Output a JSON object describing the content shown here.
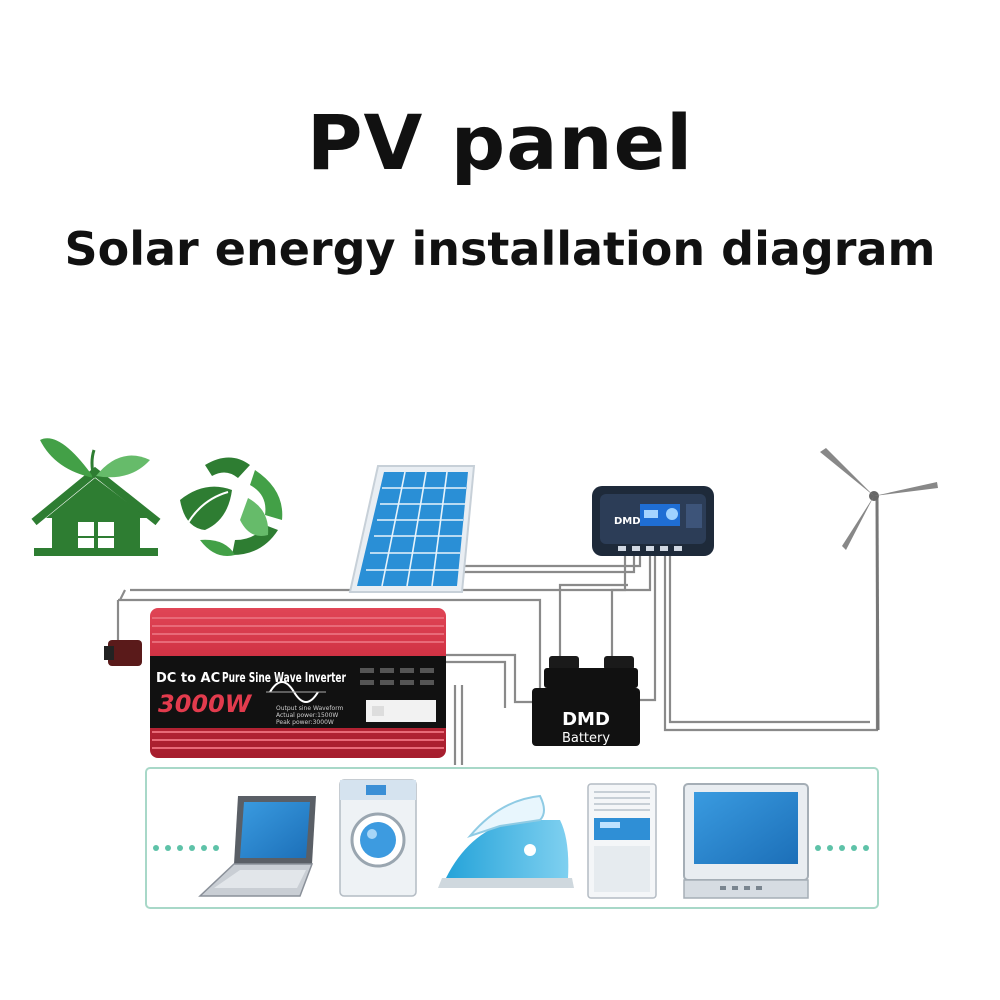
{
  "header": {
    "title": "PV panel",
    "subtitle": "Solar energy installation diagram"
  },
  "inverter": {
    "type_label": "DC to AC",
    "wave_label": "Pure Sine Wave Inverter",
    "power_label": "3000W",
    "spec_lines": [
      "Output sine Waveform",
      "Actual power:1500W",
      "Peak power:3000W"
    ]
  },
  "controller": {
    "brand": "DMD"
  },
  "battery": {
    "brand": "DMD",
    "label": "Battery"
  },
  "colors": {
    "inverter_red": "#c8283a",
    "panel_blue": "#2a8fd6",
    "eco_green": "#2e7d32",
    "appliance_frame": "#a8d8c8"
  },
  "icons": [
    "house-leaf-icon",
    "recycle-leaves-icon",
    "solar-panel-icon",
    "charge-controller-icon",
    "wind-turbine-icon",
    "inverter-icon",
    "battery-icon",
    "laptop-icon",
    "washing-machine-icon",
    "iron-icon",
    "air-conditioner-icon",
    "monitor-icon"
  ]
}
